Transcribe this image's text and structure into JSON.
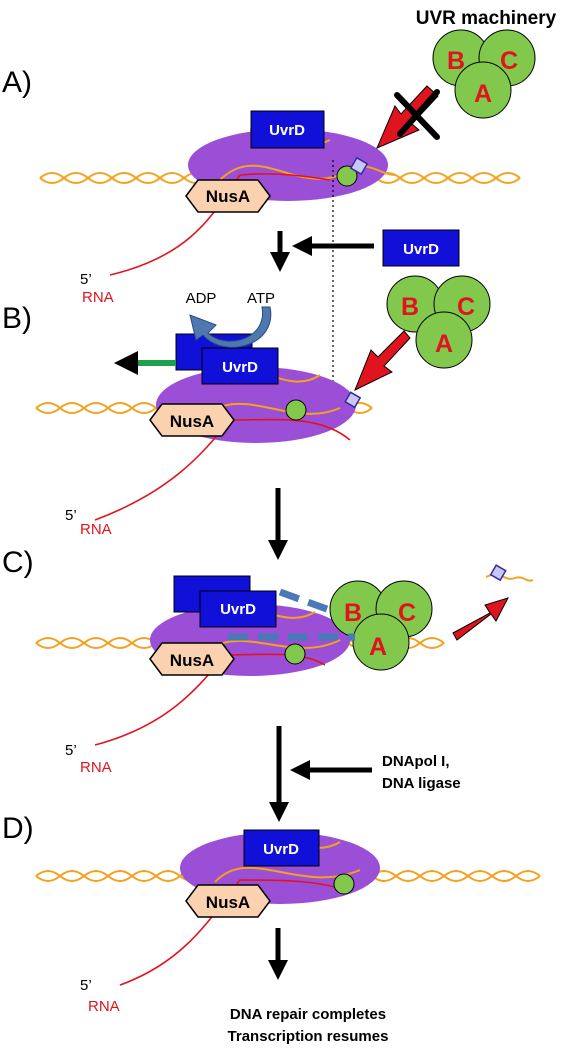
{
  "title": "UVR machinery",
  "panels": {
    "a": "A)",
    "b": "B)",
    "c": "C)",
    "d": "D)"
  },
  "proteins": {
    "uvrd": "UvrD",
    "nusa": "NusA",
    "uvr_a": "A",
    "uvr_b": "B",
    "uvr_c": "C"
  },
  "rna": {
    "five_prime": "5’",
    "label": "RNA"
  },
  "nucleotides": {
    "adp": "ADP",
    "atp": "ATP"
  },
  "enzymes": {
    "line1": "DNApol I,",
    "line2": "DNA ligase"
  },
  "outcome": {
    "line1": "DNA repair completes",
    "line2": "Transcription resumes"
  },
  "colors": {
    "dna": "#f3a21f",
    "rnap": "#9b4fd6",
    "uvrd": "#1010d8",
    "nusa": "#fbd2b0",
    "uvr_green": "#82c84c",
    "rna": "#e0141e",
    "arrow_red": "#e0141e",
    "arrow_green": "#1fa04a",
    "adp_atp_arrow": "#5078b0",
    "dashed": "#4a78b8",
    "lesion": "#c8c8f8"
  }
}
